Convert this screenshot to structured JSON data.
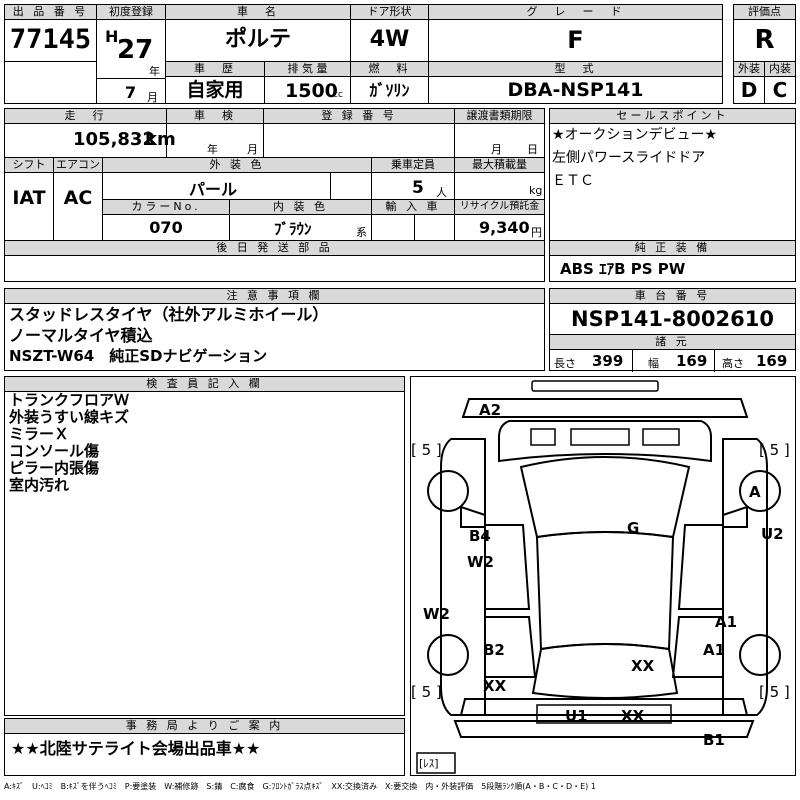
{
  "header": {
    "lot_label": "出 品 番 号",
    "lot_number": "77145",
    "first_reg_label": "初度登録",
    "era": "H",
    "year": "27",
    "year_unit": "年",
    "month": "7",
    "month_unit": "月",
    "name_label": "車　名",
    "car_name": "ポルテ",
    "door_label": "ドア形状",
    "door": "4W",
    "grade_label": "グ　レ　ー　ド",
    "grade": "F",
    "score_label": "評価点",
    "score": "R",
    "history_label": "車　歴",
    "history": "自家用",
    "displacement_label": "排 気 量",
    "displacement": "1500",
    "displacement_unit": "cc",
    "fuel_label": "燃　料",
    "fuel": "ｶﾞｿﾘﾝ",
    "model_label": "型　式",
    "model": "DBA-NSP141",
    "exterior_label": "外装",
    "exterior_grade": "D",
    "interior_label": "内装",
    "interior_grade": "C"
  },
  "row2": {
    "mileage_label": "走　行",
    "mileage": "105,832",
    "mileage_unit": "km",
    "inspection_label": "車　検",
    "inspection_year_unit": "年",
    "inspection_month_unit": "月",
    "plate_label": "登 録 番 号",
    "transfer_label": "譲渡書類期限",
    "transfer_month_unit": "月",
    "transfer_day_unit": "日",
    "shift_label": "シフト",
    "shift": "IAT",
    "ac_label": "エアコン",
    "ac": "AC",
    "color_label": "外 装 色",
    "color": "パール",
    "capacity_label": "乗車定員",
    "capacity": "5",
    "capacity_unit": "人",
    "load_label": "最大積載量",
    "load_unit": "kg",
    "color_no_label": "カラーNo.",
    "color_no": "070",
    "int_color_label": "内 装 色",
    "int_color": "ﾌﾞﾗｳﾝ",
    "int_color_unit": "系",
    "import_label": "輸 入 車",
    "recycle_label": "リサイクル預託金",
    "recycle": "9,340",
    "recycle_unit": "円",
    "later_label": "後 日 発 送 部 品"
  },
  "sales": {
    "label": "セールスポイント",
    "lines": [
      "★オークションデビュー★",
      "左側パワースライドドア",
      "ＥＴＣ"
    ]
  },
  "equipment": {
    "label": "純 正 装 備",
    "value": "ABS ｴｱB PS PW"
  },
  "notes": {
    "label": "注 意 事 項 欄",
    "lines": [
      "スタッドレスタイヤ（社外アルミホイール）",
      "ノーマルタイヤ積込",
      "NSZT-W64　純正SDナビゲーション"
    ]
  },
  "chassis": {
    "label": "車 台 番 号",
    "value": "NSP141-8002610",
    "dims_label": "諸 元",
    "length_label": "長さ",
    "length": "399",
    "width_label": "幅",
    "width": "169",
    "height_label": "高さ",
    "height": "169"
  },
  "inspector": {
    "label": "検 査 員 記 入 欄",
    "lines": [
      "トランクフロアＷ",
      "外装うすい線キズ",
      "ミラーＸ",
      "コンソール傷",
      "ピラー内張傷",
      "室内汚れ"
    ]
  },
  "office": {
    "label": "事 務 局 よ り ご 案 内",
    "text": "★★北陸サテライト会場出品車★★"
  },
  "diagram": {
    "marks": {
      "a2": "A2",
      "a": "A",
      "u2": "U2",
      "g": "G",
      "b4": "B4",
      "w2_left": "W2",
      "w2_side": "W2",
      "a1_top": "A1",
      "a1_bot": "A1",
      "b2": "B2",
      "xx_center": "XX",
      "xx_left": "XX",
      "u1": "U1",
      "xx_bottom": "XX",
      "b1": "B1"
    },
    "tire": {
      "fl": "[ 5 ]",
      "fr": "[ 5 ]",
      "rl": "[ 5 ]",
      "rr": "[ 5 ]",
      "spare": "[ﾚｽ]"
    }
  },
  "legend": "A:ｷｽﾞ　U:ﾍｺﾐ　B:ｷｽﾞを伴うﾍｺﾐ　P:要塗装　W:補修跡　S:錆　C:腐食　G:ﾌﾛﾝﾄｶﾞﾗｽ点ｷｽﾞ　XX:交換済み　X:要交換　内・外装評価　5段階ﾗﾝｸ順(A・B・C・D・E) 1"
}
